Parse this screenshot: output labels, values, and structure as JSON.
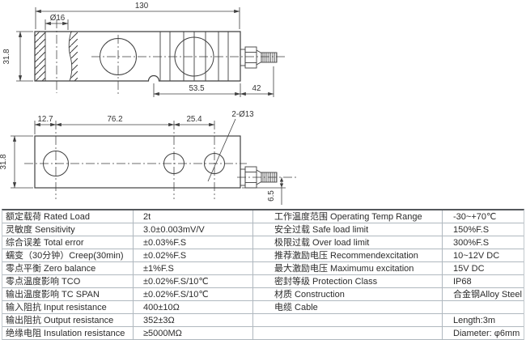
{
  "drawings": {
    "side_view": {
      "dim_overall_length": "130",
      "dim_hole_diameter": "Ø16",
      "dim_height": "31.8",
      "dim_notch_to_end": "53.5",
      "dim_cable_stub": "42"
    },
    "top_view": {
      "dim_edge_to_first_hole": "12.7",
      "dim_hole_spacing": "76.2",
      "dim_hole_spacing_2": "25.4",
      "dim_holes_callout": "2-Ø13",
      "dim_width": "31.8",
      "dim_cable_offset": "6.5"
    }
  },
  "spec_table": {
    "rows": [
      {
        "l_label": "额定载荷 Rated Load",
        "l_value": "2t",
        "r_label": "工作温度范围 Operating Temp Range",
        "r_value": "-30~+70℃"
      },
      {
        "l_label": "灵敏度 Sensitivity",
        "l_value": "3.0±0.003mV/V",
        "r_label": "安全过载 Safe load limit",
        "r_value": "150%F.S"
      },
      {
        "l_label": "综合误差 Total error",
        "l_value": "±0.03%F.S",
        "r_label": "极限过载 Over load limit",
        "r_value": "300%F.S"
      },
      {
        "l_label": "蠕变（30分钟）Creep(30min)",
        "l_value": "±0.02%F.S",
        "r_label": "推荐激励电压 Recommendexcitation",
        "r_value": "10~12V DC"
      },
      {
        "l_label": "零点平衡 Zero balance",
        "l_value": "±1%F.S",
        "r_label": "最大激励电压 Maximumu excitation",
        "r_value": "15V DC"
      },
      {
        "l_label": "零点温度影响 TCO",
        "l_value": "±0.02%F.S/10℃",
        "r_label": "密封等级 Protection Class",
        "r_value": "IP68"
      },
      {
        "l_label": "输出温度影响 TC SPAN",
        "l_value": "±0.02%F.S/10℃",
        "r_label": "材质 Construction",
        "r_value": "合金钢Alloy Steel"
      },
      {
        "l_label": "输入阻抗 Input resistance",
        "l_value": "400±10Ω",
        "r_label": "电缆 Cable",
        "r_value": ""
      },
      {
        "l_label": "输出阻抗 Output resistance",
        "l_value": "352±3Ω",
        "r_label": "",
        "r_value": "Length:3m"
      },
      {
        "l_label": "绝缘电阻 Insulation resistance",
        "l_value": "≥5000MΩ",
        "r_label": "",
        "r_value": "Diameter: φ6mm"
      }
    ]
  },
  "colors": {
    "drawing_line": "#3f3f3f",
    "table_top_border": "#54585c",
    "row_separator": "#b0b8bf",
    "text": "#2b2b2b"
  }
}
